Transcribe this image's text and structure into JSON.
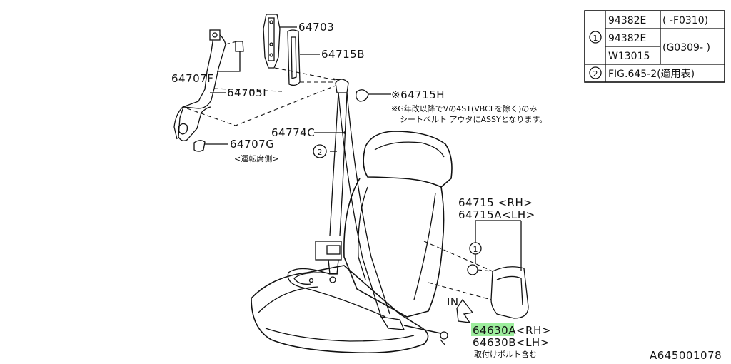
{
  "table": {
    "rows": [
      {
        "key": "①",
        "code": "94382E",
        "range": "( -F0310)"
      },
      {
        "key": "",
        "code": "94382E",
        "range": "(G0309- )"
      },
      {
        "key": "",
        "code": "W13015",
        "range": ""
      },
      {
        "key": "②",
        "code": "FIG.645-2(適用表)",
        "range": ""
      }
    ]
  },
  "labels": {
    "p64703": "64703",
    "p64715b": "64715B",
    "p64707f": "64707F",
    "p64705i": "64705I",
    "p64715h": "※64715H",
    "note1": "※G年改以降でVの4ST(VBCLを除く)のみ",
    "note2": "シートベルト アウタにASSYとなります。",
    "p64774c": "64774C",
    "p64707g": "64707G",
    "driver_side": "<運転席側>",
    "p64715": "64715  <RH>",
    "p64715a": "64715A<LH>",
    "circle1": "1",
    "circle2": "2",
    "in_arrow": "IN",
    "p64630a": "64630A<RH>",
    "p64630b": "64630B<LH>",
    "bolt_note": "取付けボルト含む",
    "figure_id": "A645001078"
  }
}
